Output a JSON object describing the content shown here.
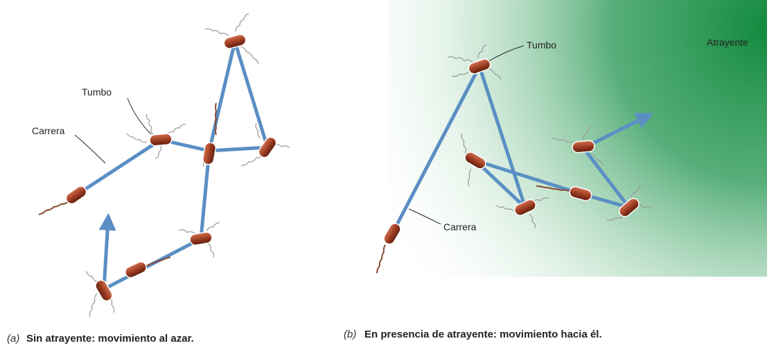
{
  "panel_a": {
    "letter": "(a)",
    "caption": "Sin atrayente: movimiento al azar.",
    "label_tumbo": "Tumbo",
    "label_carrera": "Carrera"
  },
  "panel_b": {
    "letter": "(b)",
    "caption": "En presencia de atrayente: movimiento hacia él.",
    "label_tumbo": "Tumbo",
    "label_carrera": "Carrera",
    "label_atrayente": "Atrayente"
  },
  "colors": {
    "path": "#5a8fc4",
    "bacterium": "#9a3a20",
    "attractant": "#1f8f4a"
  }
}
